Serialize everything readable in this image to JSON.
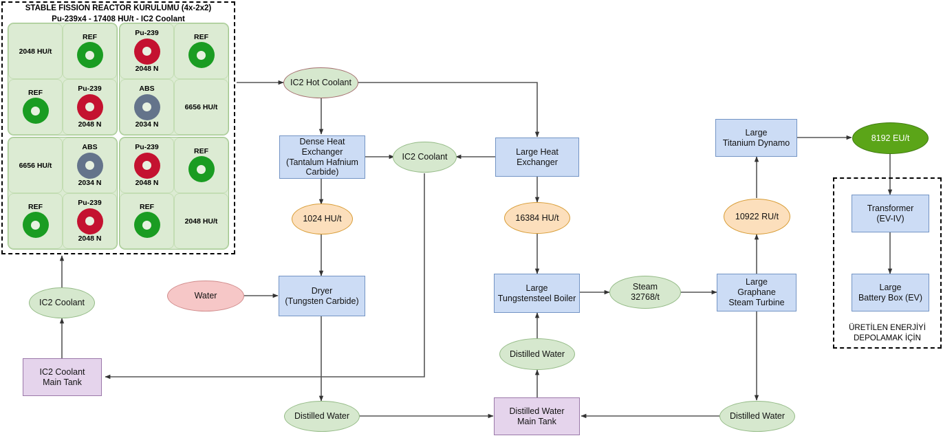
{
  "reactor": {
    "title_line1": "STABLE FISSION REACTOR KURULUMU (4x-2x2)",
    "title_line2": "Pu-239x4 - 17408 HU/t - IC2 Coolant",
    "quadrants": [
      {
        "cells": [
          {
            "type": "heat",
            "value": "2048 HU/t"
          },
          {
            "type": "rod",
            "label": "REF",
            "ring": "ring-ref",
            "sub": ""
          },
          {
            "type": "rod",
            "label": "REF",
            "ring": "ring-ref",
            "sub": ""
          },
          {
            "type": "rod",
            "label": "Pu-239",
            "ring": "ring-pu",
            "sub": "2048 N"
          }
        ]
      },
      {
        "cells": [
          {
            "type": "rod",
            "label": "Pu-239",
            "ring": "ring-pu",
            "sub": "2048 N"
          },
          {
            "type": "rod",
            "label": "REF",
            "ring": "ring-ref",
            "sub": ""
          },
          {
            "type": "rod",
            "label": "ABS",
            "ring": "ring-abs",
            "sub": "2034 N"
          },
          {
            "type": "heat",
            "value": "6656 HU/t"
          }
        ]
      },
      {
        "cells": [
          {
            "type": "heat",
            "value": "6656 HU/t"
          },
          {
            "type": "rod",
            "label": "ABS",
            "ring": "ring-abs",
            "sub": "2034 N"
          },
          {
            "type": "rod",
            "label": "REF",
            "ring": "ring-ref",
            "sub": ""
          },
          {
            "type": "rod",
            "label": "Pu-239",
            "ring": "ring-pu",
            "sub": "2048 N"
          }
        ]
      },
      {
        "cells": [
          {
            "type": "rod",
            "label": "Pu-239",
            "ring": "ring-pu",
            "sub": "2048 N"
          },
          {
            "type": "rod",
            "label": "REF",
            "ring": "ring-ref",
            "sub": ""
          },
          {
            "type": "rod",
            "label": "REF",
            "ring": "ring-ref",
            "sub": ""
          },
          {
            "type": "heat",
            "value": "2048 HU/t"
          }
        ]
      }
    ]
  },
  "nodes": {
    "ic2_hot_coolant": "IC2 Hot Coolant",
    "dense_heat_exchanger": "Dense Heat\nExchanger\n(Tantalum Hafnium\nCarbide)",
    "ic2_coolant_mid": "IC2 Coolant",
    "large_heat_exchanger": "Large Heat\nExchanger",
    "hu_1024": "1024 HU/t",
    "hu_16384": "16384 HU/t",
    "water": "Water",
    "dryer": "Dryer\n(Tungsten Carbide)",
    "large_tungstensteel_boiler": "Large\nTungstensteel Boiler",
    "steam": "Steam\n32768/t",
    "large_graphane_steam_turbine": "Large\nGraphane\nSteam Turbine",
    "ru_10922": "10922 RU/t",
    "large_titanium_dynamo": "Large\nTitanium Dynamo",
    "eu_8192": "8192 EU/t",
    "transformer": "Transformer\n(EV-IV)",
    "large_battery_box": "Large\nBattery Box (EV)",
    "ic2_coolant_left": "IC2 Coolant",
    "ic2_coolant_main_tank": "IC2 Coolant\nMain Tank",
    "distilled_water_left": "Distilled Water",
    "distilled_water_main_tank": "Distilled Water\nMain Tank",
    "distilled_water_boiler": "Distilled Water",
    "distilled_water_right": "Distilled Water",
    "storage_caption": "ÜRETİLEN ENERJİYİ\nDEPOLAMAK İÇİN"
  },
  "colors": {
    "box_fill": "#ccdcf5",
    "box_border": "#7293c4",
    "tank_fill": "#e5d4ec",
    "tank_border": "#9a77a8",
    "ellipse_green_fill": "#d6e8ce",
    "ellipse_orange_fill": "#fcdfbc",
    "ellipse_pink_fill": "#f6c7c7",
    "eu_fill": "#5ba518",
    "rod_ref": "#1a9c22",
    "rod_pu": "#c41230",
    "rod_abs": "#64748b",
    "wire": "#555555"
  }
}
